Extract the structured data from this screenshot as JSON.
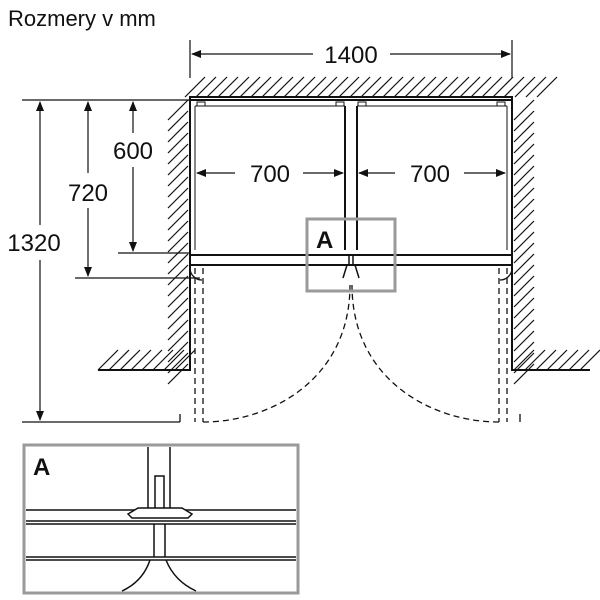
{
  "title": "Rozmery v mm",
  "dimensions": {
    "total_width": "1400",
    "door_width_left": "700",
    "door_width_right": "700",
    "depth_body": "600",
    "depth_with_doors": "720",
    "depth_doors_open": "1320"
  },
  "detail": {
    "marker_label": "A",
    "inset_label": "A"
  },
  "colors": {
    "line": "#111111",
    "detail_frame": "#9a9a9a"
  }
}
